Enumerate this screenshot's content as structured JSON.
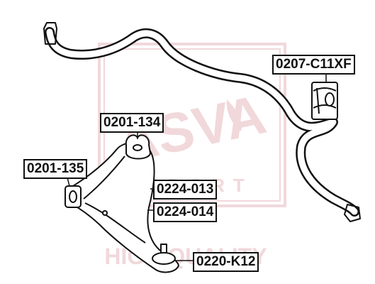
{
  "watermark": {
    "brand": "ASVA",
    "subline": "SPORT",
    "tagline": "HIGH QUALITY",
    "color": "#e7b9bf"
  },
  "labels": {
    "stabilizer_bushing": "0207-C11XF",
    "upper_bushing": "0201-134",
    "front_bushing": "0201-135",
    "arm_left": "0224-013",
    "arm_right": "0224-014",
    "ball_joint": "0220-K12"
  },
  "colors": {
    "line": "#111111",
    "label_border": "#111111",
    "background": "#ffffff"
  }
}
